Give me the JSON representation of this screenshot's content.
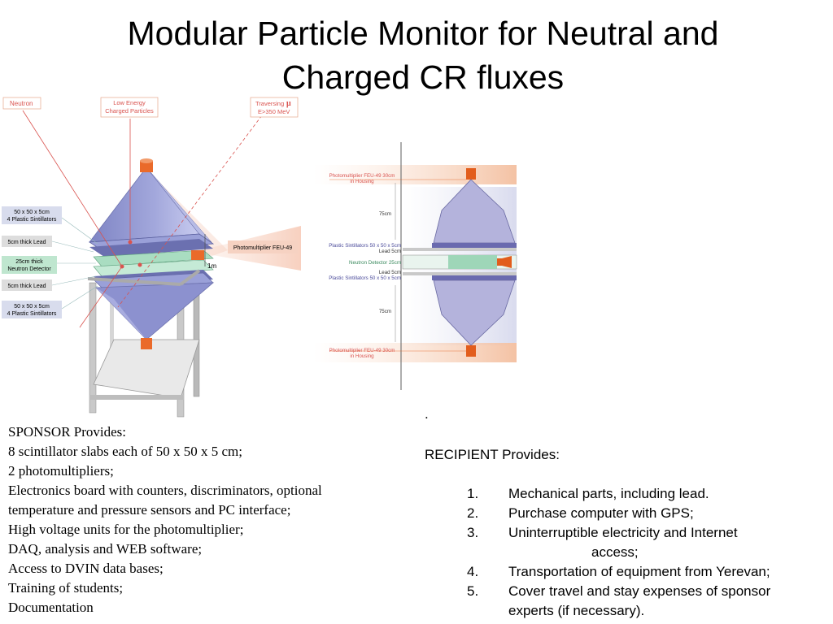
{
  "slide": {
    "title_line1": "Modular Particle Monitor for Neutral and",
    "title_line2": "Charged CR fluxes"
  },
  "left_figure": {
    "labels": {
      "neutron": "Neutron",
      "low_energy_1": "Low Energy",
      "low_energy_2": "Charged Particles",
      "traversing_1": "Traversing",
      "mu": "μ",
      "traversing_2": "E>350 MeV",
      "scint_top_1": "50 x 50 x 5cm",
      "scint_top_2": "4 Plastic Sintillators",
      "lead_top": "5cm thick Lead",
      "neutron_det_1": "25cm thick",
      "neutron_det_2": "Neutron Detector",
      "lead_bottom": "5cm thick Lead",
      "scint_bot_1": "50 x 50 x 5cm",
      "scint_bot_2": "4 Plastic Sintillators",
      "pmt": "Photomultiplier FEU-49",
      "dim": "1m"
    }
  },
  "right_figure": {
    "labels": {
      "pmt_top_1": "Photomultiplier FEU-49 30cm",
      "pmt_top_2": "in Housing",
      "dist_top": "75cm",
      "scint_top": "Plastic Sintillators 50 x 50 x 5cm",
      "lead_top": "Lead 5cm",
      "neutron": "Neutron Detector 25cm",
      "lead_bot": "Lead 5cm",
      "scint_bot": "Plastic Sintillators 50 x 50 x 5cm",
      "dist_bot": "75cm",
      "pmt_bot_1": "Photomultiplier FEU-49 30cm",
      "pmt_bot_2": "in Housing"
    }
  },
  "sponsor": {
    "lines": [
      "SPONSOR Provides:",
      "8 scintillator slabs each of 50 x 50 x 5 cm;",
      "2 photomultipliers;",
      "Electronics board with counters, discriminators, optional",
      "temperature and pressure sensors and PC interface;",
      "High voltage units for the photomultiplier;",
      "DAQ, analysis and WEB software;",
      "Access to DVIN data bases;",
      "Training of students;",
      "Documentation"
    ]
  },
  "recipient": {
    "dot": ".",
    "heading": "RECIPIENT Provides:",
    "items": [
      {
        "num": "1.",
        "text": "Mechanical parts, including lead."
      },
      {
        "num": "2.",
        "text": "Purchase computer with GPS;"
      },
      {
        "num": "3.",
        "text": "Uninterruptible electricity and Internet",
        "cont": "access;"
      },
      {
        "num": "4.",
        "text": "Transportation of equipment from Yerevan;"
      },
      {
        "num": "5.",
        "text": "Cover travel and stay expenses of sponsor",
        "cont": "experts (if necessary)."
      }
    ]
  }
}
